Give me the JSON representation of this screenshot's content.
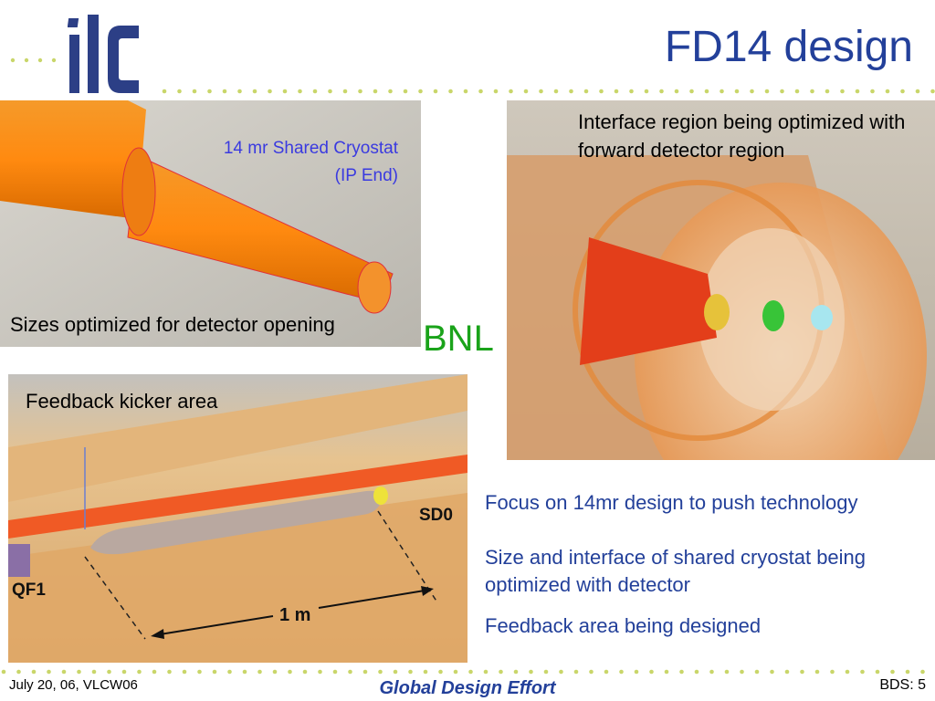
{
  "slide": {
    "title": "FD14 design",
    "logo_text": "ilc"
  },
  "images": {
    "cryostat": {
      "label_line1": "14 mr Shared Cryostat",
      "label_line2": "(IP End)",
      "caption": "Sizes optimized for detector opening"
    },
    "interface": {
      "caption": "Interface region being optimized with forward detector region"
    },
    "kicker": {
      "caption": "Feedback kicker area",
      "label_sd0": "SD0",
      "label_qf1": "QF1",
      "label_scale": "1 m"
    }
  },
  "bnl_label": "BNL",
  "colors": {
    "title_blue": "#23409a",
    "bnl_green": "#1aa31a",
    "dot_green": "#c9d66a"
  },
  "bullets": [
    "Focus on 14mr design to push technology",
    "Size and interface of shared cryostat being optimized with detector",
    "Feedback area being designed"
  ],
  "footer": {
    "left": "July 20, 06, VLCW06",
    "center": "Global Design Effort",
    "right": "BDS: 5"
  }
}
